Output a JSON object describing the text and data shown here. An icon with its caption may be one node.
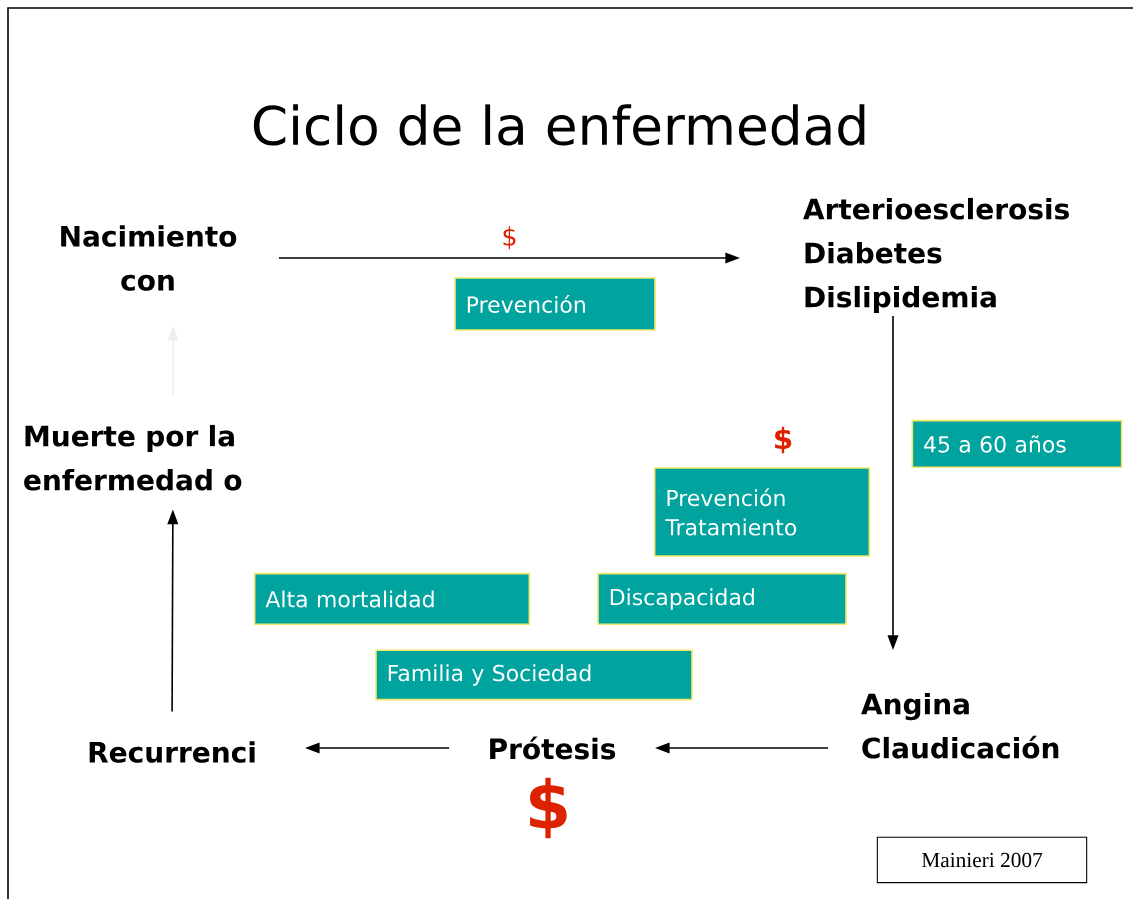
{
  "diagram": {
    "title": "Ciclo de la enfermedad",
    "nodes": [
      {
        "text": [
          "Nacimiento con"
        ]
      },
      {
        "text": [
          "Arterioesclerosis",
          "Diabetes",
          "Dislipidemia"
        ]
      },
      {
        "text": [
          "Angina",
          "Claudicación"
        ]
      },
      {
        "text": [
          "Prótesis"
        ]
      },
      {
        "text": [
          "Recurrenci"
        ]
      },
      {
        "text": [
          "Muerte por la enfermedad o"
        ]
      },
      {
        "text": [
          "Prevención"
        ]
      },
      {
        "text": [
          "45 a 60 años"
        ]
      },
      {
        "text": [
          "Prevención Tratamiento"
        ]
      },
      {
        "text": [
          "Alta mortalidad"
        ]
      },
      {
        "text": [
          "Discapacidad"
        ]
      },
      {
        "text": [
          "Familia y Sociedad"
        ]
      },
      {
        "text": [
          "Mainieri 2007"
        ]
      }
    ],
    "edges": [
      {
        "from": 0,
        "to": 1,
        "arrow": "to",
        "label": "$"
      },
      {
        "from": 1,
        "to": 2,
        "arrow": "to"
      },
      {
        "from": 2,
        "to": 3,
        "arrow": "to"
      },
      {
        "from": 3,
        "to": 4,
        "arrow": "to"
      },
      {
        "from": 4,
        "to": 5,
        "arrow": "to"
      },
      {
        "from": 5,
        "to": 0,
        "arrow": "to",
        "color": "#eeeeee"
      }
    ],
    "labels": [
      "$",
      "$"
    ]
  }
}
